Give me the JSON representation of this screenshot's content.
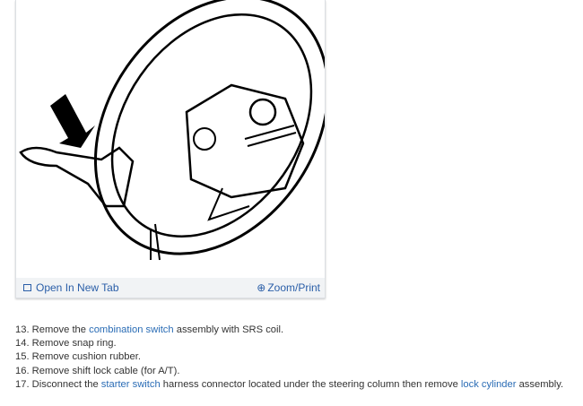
{
  "figure": {
    "open_tab_label": "Open In New Tab",
    "zoom_label": "Zoom/Print",
    "icons": {
      "open_tab": "open-in-new-tab-icon",
      "zoom": "magnifier-plus-icon"
    }
  },
  "steps": [
    {
      "number": "13.",
      "parts": [
        {
          "text": "Remove the "
        },
        {
          "text": "combination switch",
          "link": true
        },
        {
          "text": " assembly with SRS coil."
        }
      ]
    },
    {
      "number": "14.",
      "parts": [
        {
          "text": "Remove snap ring."
        }
      ]
    },
    {
      "number": "15.",
      "parts": [
        {
          "text": "Remove cushion rubber."
        }
      ]
    },
    {
      "number": "16.",
      "parts": [
        {
          "text": "Remove shift lock cable (for A/T)."
        }
      ]
    },
    {
      "number": "17.",
      "parts": [
        {
          "text": "Disconnect the "
        },
        {
          "text": "starter switch",
          "link": true
        },
        {
          "text": " harness connector located under the steering column then remove "
        },
        {
          "text": "lock cylinder",
          "link": true
        },
        {
          "text": " assembly."
        }
      ]
    }
  ],
  "colors": {
    "link": "#2a6cb5",
    "footer_bg": "#f1f3f5"
  }
}
